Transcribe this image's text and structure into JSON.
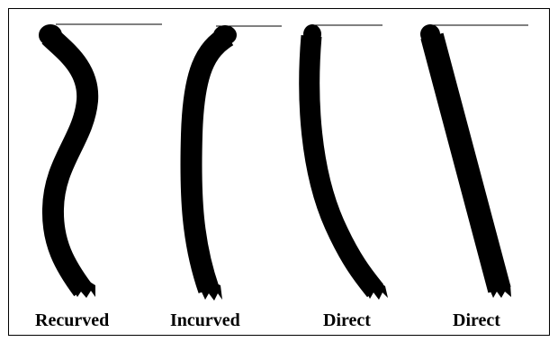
{
  "panels": [
    {
      "label": "Recurved"
    },
    {
      "label": "Incurved"
    },
    {
      "label": "Direct"
    },
    {
      "label": "Direct"
    }
  ],
  "colors": {
    "stroke": "#000000",
    "background": "#ffffff"
  }
}
